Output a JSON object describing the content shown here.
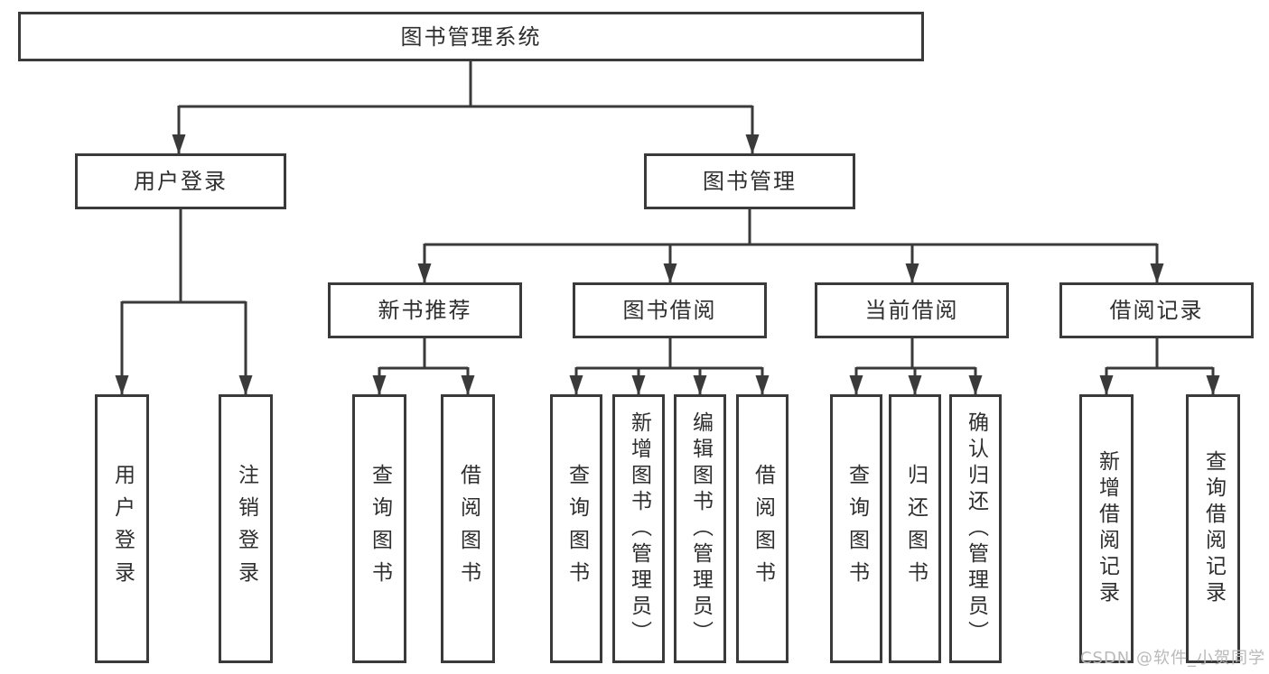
{
  "tree": {
    "label": "图书管理系统",
    "children": [
      {
        "label": "用户登录",
        "children": [
          {
            "label": "用户登录"
          },
          {
            "label": "注销登录"
          }
        ]
      },
      {
        "label": "图书管理",
        "children": [
          {
            "label": "新书推荐",
            "children": [
              {
                "label": "查询图书"
              },
              {
                "label": "借阅图书"
              }
            ]
          },
          {
            "label": "图书借阅",
            "children": [
              {
                "label": "查询图书"
              },
              {
                "label": "新增图书（管理员）"
              },
              {
                "label": "编辑图书（管理员）"
              },
              {
                "label": "借阅图书"
              }
            ]
          },
          {
            "label": "当前借阅",
            "children": [
              {
                "label": "查询图书"
              },
              {
                "label": "归还图书"
              },
              {
                "label": "确认归还（管理员）"
              }
            ]
          },
          {
            "label": "借阅记录",
            "children": [
              {
                "label": "新增借阅记录"
              },
              {
                "label": "查询借阅记录"
              }
            ]
          }
        ]
      }
    ]
  },
  "watermark": {
    "text": "CSDN @软件_小贺同学"
  },
  "colors": {
    "line": "#3a3a3a",
    "text": "#2e2e2e",
    "background": "#ffffff",
    "watermark": "#b9b9b9"
  }
}
